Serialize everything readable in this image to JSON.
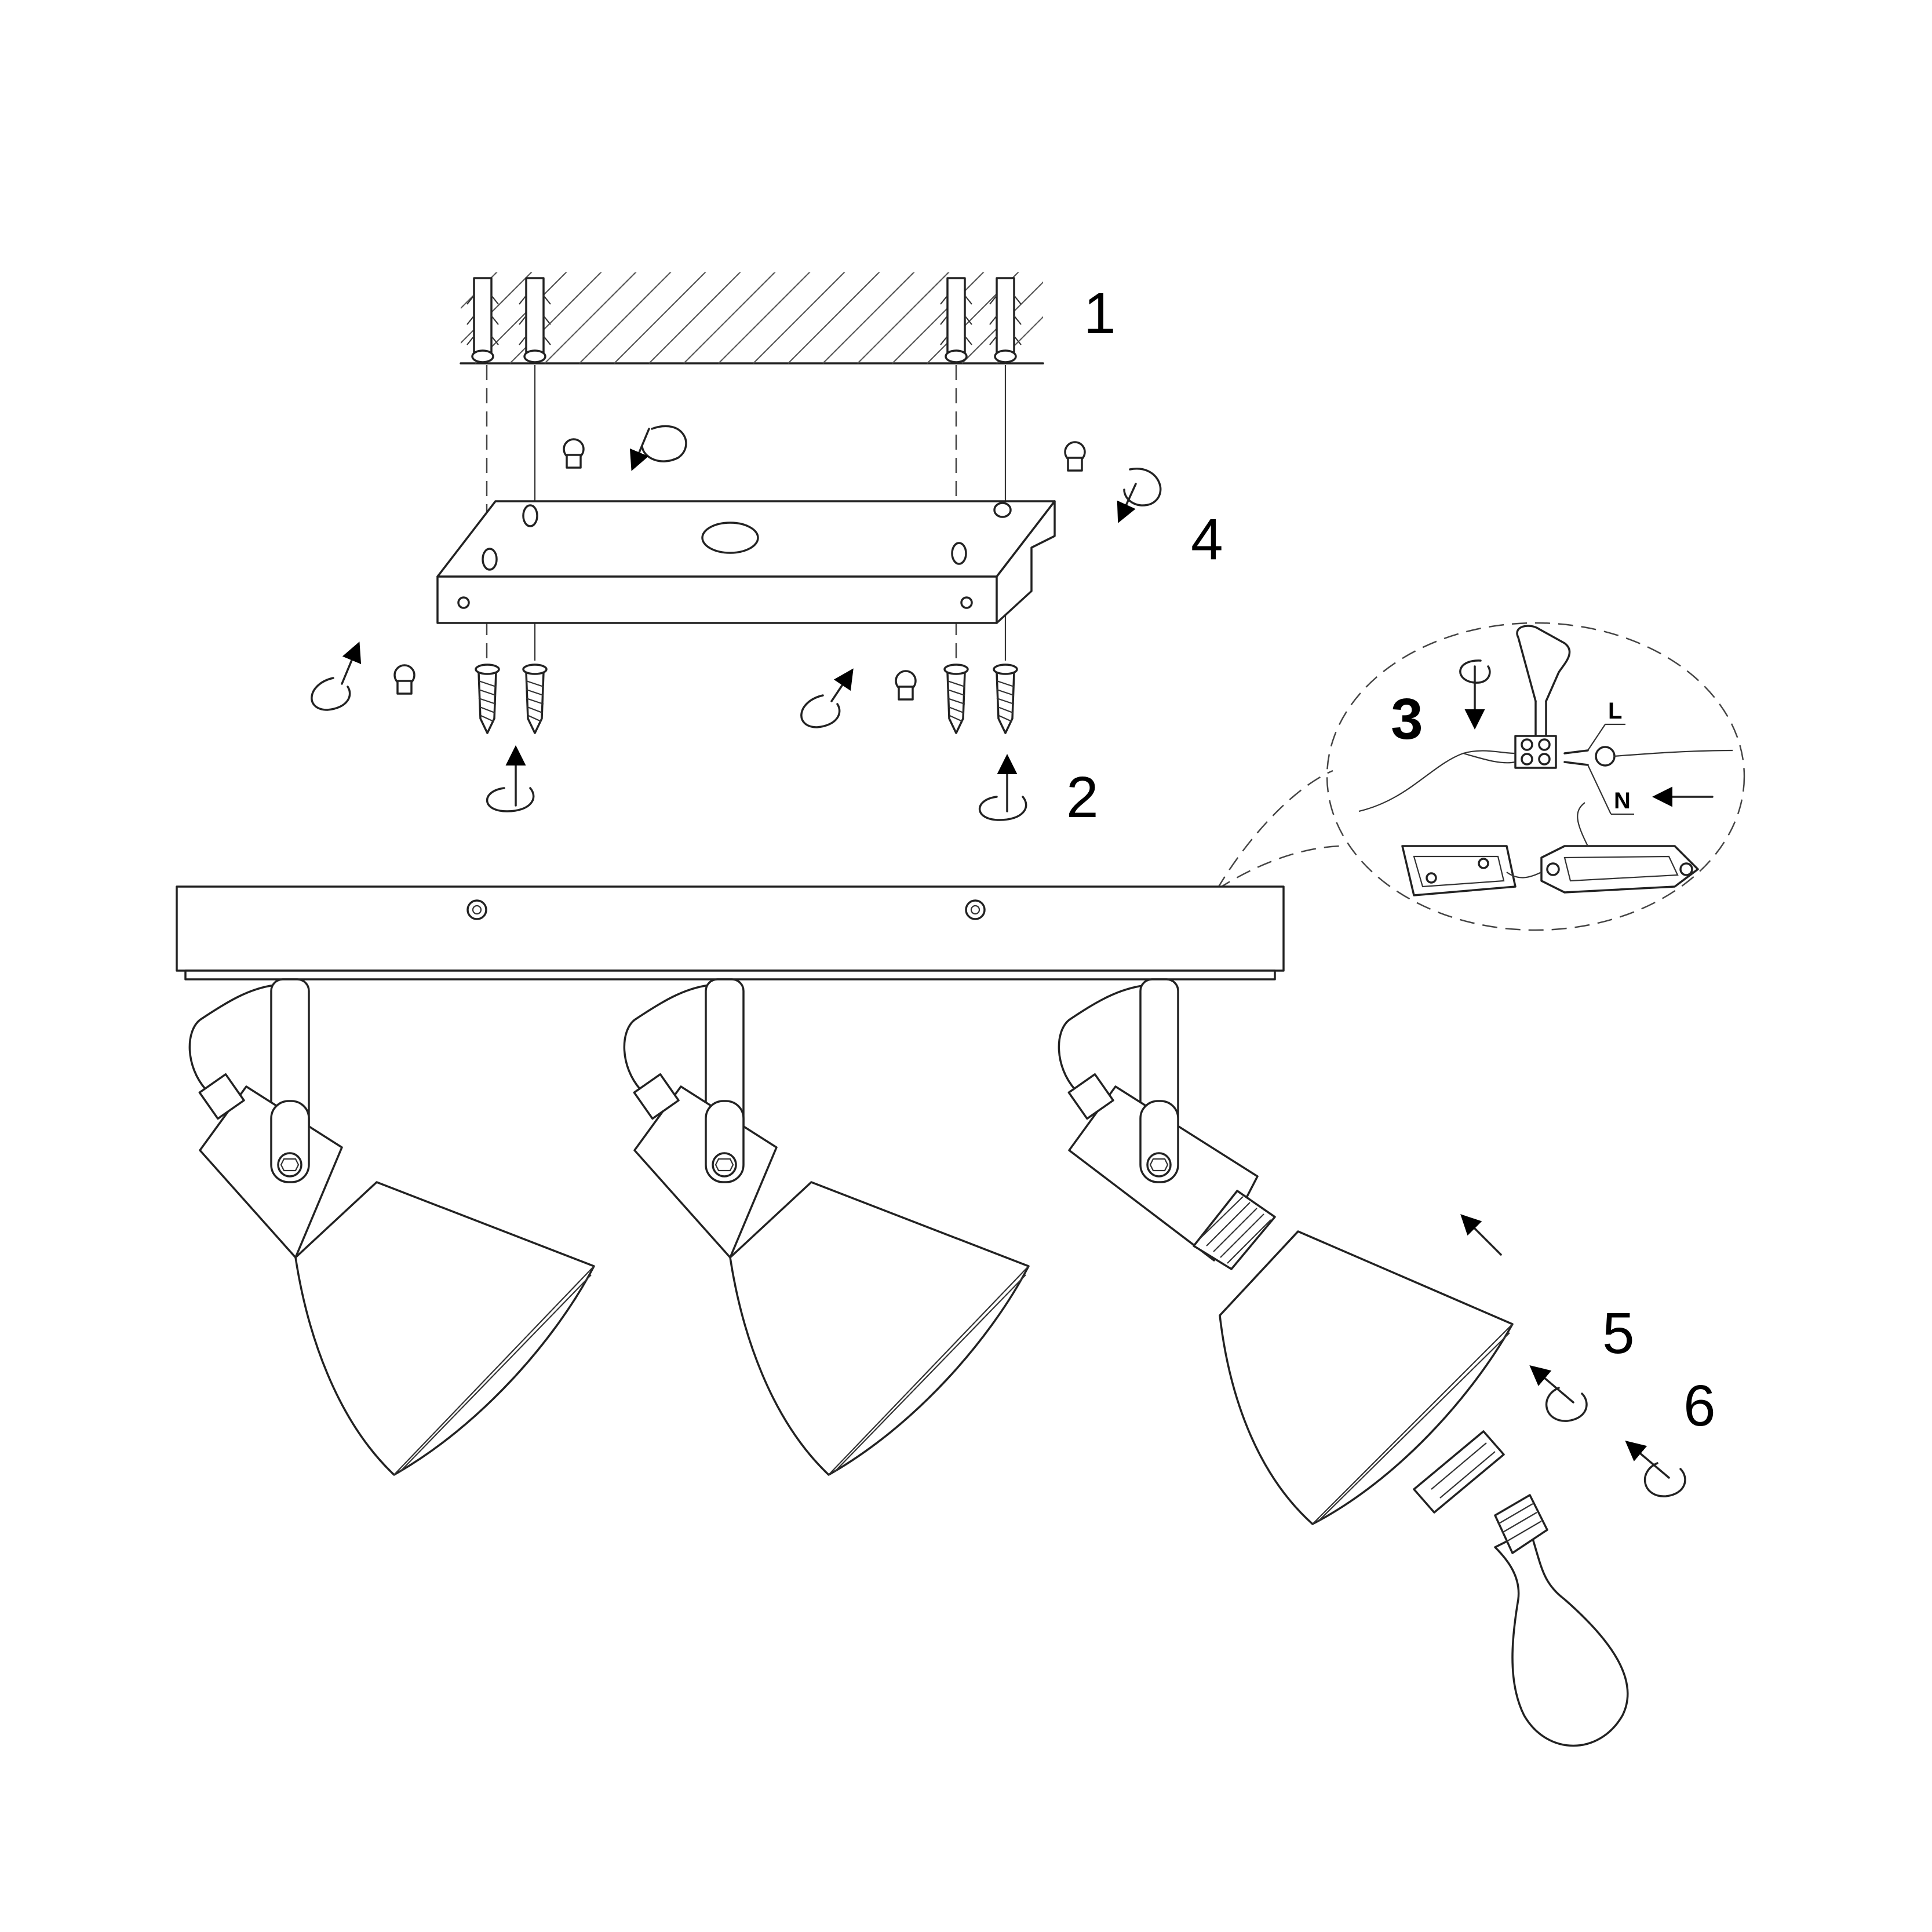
{
  "steps": {
    "s1": "1",
    "s2": "2",
    "s3": "3",
    "s4": "4",
    "s5": "5",
    "s6": "6"
  },
  "wire_labels": {
    "live": "L",
    "neutral": "N"
  }
}
